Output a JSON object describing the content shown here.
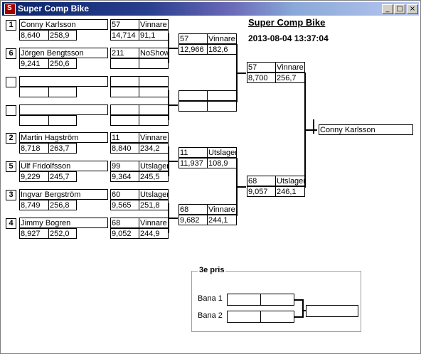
{
  "window": {
    "title": "Super Comp Bike",
    "app_icon": "app-icon",
    "buttons": {
      "minimize": "_",
      "maximize": "□",
      "close": "×"
    }
  },
  "header": {
    "title": "Super Comp Bike",
    "timestamp": "2013-08-04 13:37:04"
  },
  "round1": [
    {
      "seed": "1",
      "name": "Conny Karlsson",
      "rt": "8,640",
      "speed": "258,9"
    },
    {
      "seed": "6",
      "name": "Jörgen Bengtsson",
      "rt": "9,241",
      "speed": "250,6"
    },
    {
      "seed": "",
      "name": "",
      "rt": "",
      "speed": ""
    },
    {
      "seed": "",
      "name": "",
      "rt": "",
      "speed": ""
    },
    {
      "seed": "2",
      "name": "Martin Hagström",
      "rt": "8,718",
      "speed": "263,7"
    },
    {
      "seed": "5",
      "name": "Ulf Fridolfsson",
      "rt": "9,229",
      "speed": "245,7"
    },
    {
      "seed": "3",
      "name": "Ingvar Bergström",
      "rt": "8,749",
      "speed": "256,8"
    },
    {
      "seed": "4",
      "name": "Jimmy Bogren",
      "rt": "8,927",
      "speed": "252,0"
    }
  ],
  "round2": [
    {
      "num": "57",
      "status": "Vinnare",
      "et": "14,714",
      "speed": "91,1"
    },
    {
      "num": "211",
      "status": "NoShow",
      "et": "",
      "speed": ""
    },
    {
      "num": "",
      "status": "",
      "et": "",
      "speed": ""
    },
    {
      "num": "",
      "status": "",
      "et": "",
      "speed": ""
    },
    {
      "num": "11",
      "status": "Vinnare",
      "et": "8,840",
      "speed": "234,2"
    },
    {
      "num": "99",
      "status": "Utslagen",
      "et": "9,364",
      "speed": "245,5"
    },
    {
      "num": "60",
      "status": "Utslagen",
      "et": "9,565",
      "speed": "251,8"
    },
    {
      "num": "68",
      "status": "Vinnare",
      "et": "9,052",
      "speed": "244,9"
    }
  ],
  "round3": [
    {
      "num": "57",
      "status": "Vinnare",
      "et": "12,966",
      "speed": "182,6"
    },
    {
      "num": "",
      "status": "",
      "et": "",
      "speed": ""
    },
    {
      "num": "11",
      "status": "Utslagen",
      "et": "11,937",
      "speed": "108,9"
    },
    {
      "num": "68",
      "status": "Vinnare",
      "et": "9,682",
      "speed": "244,1"
    }
  ],
  "round4": [
    {
      "num": "57",
      "status": "Vinnare",
      "et": "8,700",
      "speed": "256,7"
    },
    {
      "num": "68",
      "status": "Utslagen",
      "et": "9,057",
      "speed": "246,1"
    }
  ],
  "winner": {
    "name": "Conny Karlsson"
  },
  "third_place": {
    "title": "3e pris",
    "lane1_label": "Bana 1",
    "lane2_label": "Bana 2",
    "lane1": [
      "",
      ""
    ],
    "lane2": [
      "",
      ""
    ],
    "winner": ""
  }
}
